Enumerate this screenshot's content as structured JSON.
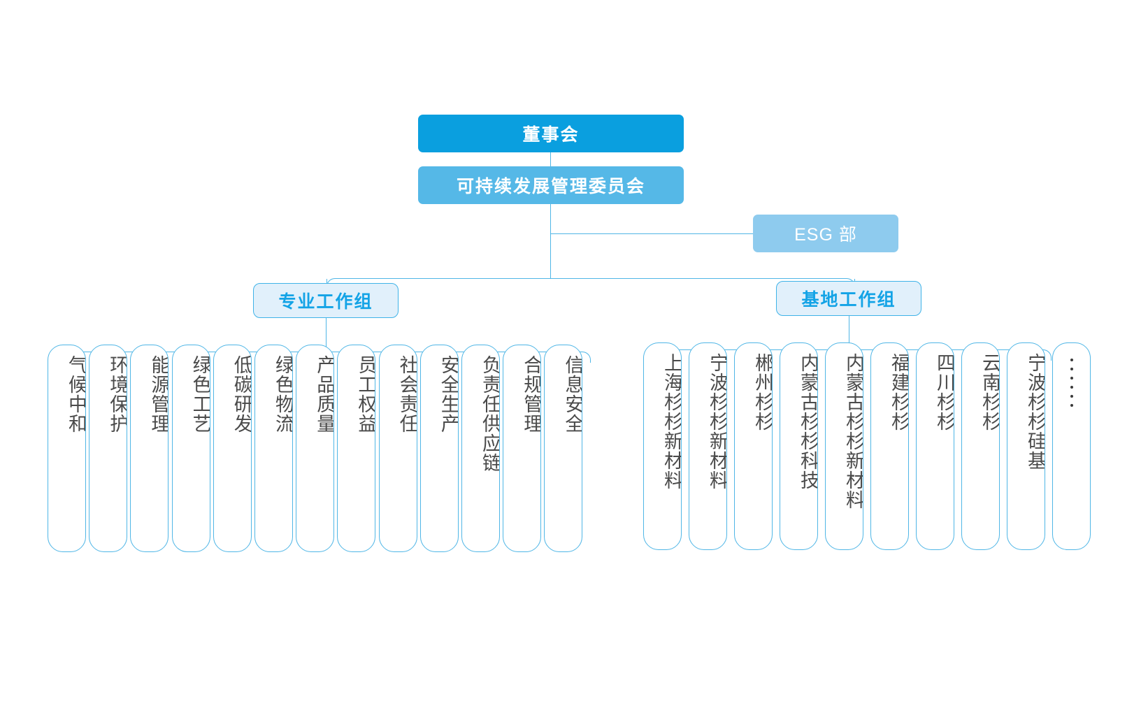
{
  "chart": {
    "title": "ESG Governance Organization Chart",
    "type": "org-chart"
  },
  "nodes": {
    "board": "董事会",
    "committee": "可持续发展管理委员会",
    "esg_department": "ESG 部",
    "professional_group": "专业工作组",
    "base_group": "基地工作组"
  },
  "professional_group_items": [
    {
      "label": "气候中和"
    },
    {
      "label": "环境保护"
    },
    {
      "label": "能源管理"
    },
    {
      "label": "绿色工艺"
    },
    {
      "label": "低碳研发"
    },
    {
      "label": "绿色物流"
    },
    {
      "label": "产品质量"
    },
    {
      "label": "员工权益"
    },
    {
      "label": "社会责任"
    },
    {
      "label": "安全生产"
    },
    {
      "label": "负责任供应链"
    },
    {
      "label": "合规管理"
    },
    {
      "label": "信息安全"
    }
  ],
  "base_group_items": [
    {
      "label": "上海杉杉新材料"
    },
    {
      "label": "宁波杉杉新材料"
    },
    {
      "label": "郴州杉杉"
    },
    {
      "label": "内蒙古杉杉科技"
    },
    {
      "label": "内蒙古杉杉新材料"
    },
    {
      "label": "福建杉杉"
    },
    {
      "label": "四川杉杉"
    },
    {
      "label": "云南杉杉"
    },
    {
      "label": "宁波杉杉硅基"
    },
    {
      "label": "",
      "ellipsis": true
    }
  ],
  "colors": {
    "board_fill": "#0a9fdf",
    "committee_fill": "#55b8e7",
    "esg_fill": "#8ecbee",
    "group_fill": "#e1f0fb",
    "group_border": "#3fb3e8",
    "group_text": "#13a3e6",
    "connector": "#4fb6e6",
    "leaf_border": "#4fb6e6",
    "leaf_text": "#4a4a4a",
    "background": "#ffffff"
  }
}
